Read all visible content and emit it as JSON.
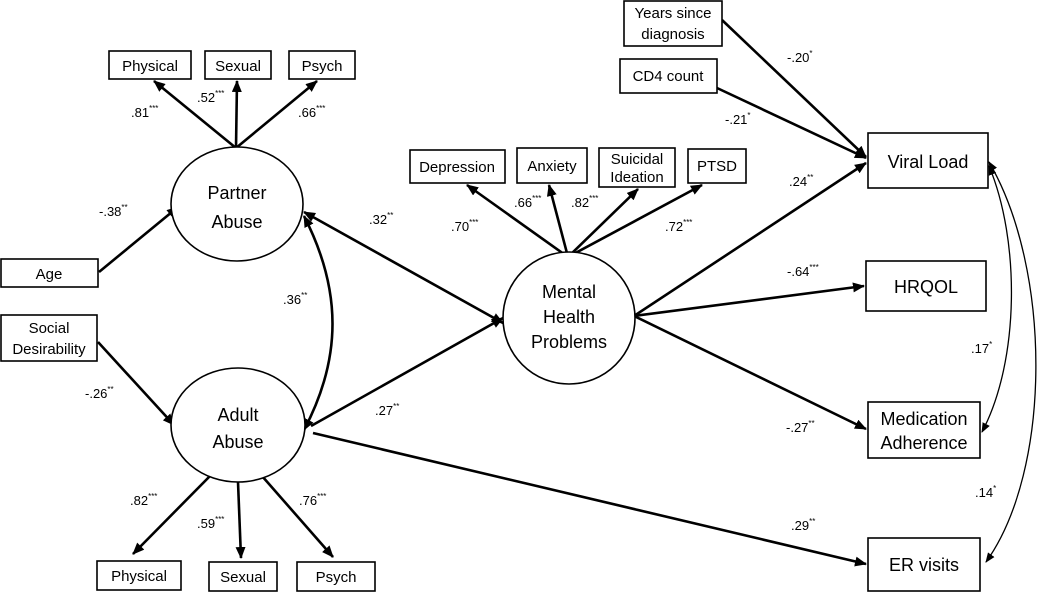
{
  "latent": {
    "partner_abuse": [
      "Partner",
      "Abuse"
    ],
    "adult_abuse": [
      "Adult",
      "Abuse"
    ],
    "mental_health": [
      "Mental",
      "Health",
      "Problems"
    ]
  },
  "indicators": {
    "partner_physical": "Physical",
    "partner_sexual": "Sexual",
    "partner_psych": "Psych",
    "adult_physical": "Physical",
    "adult_sexual": "Sexual",
    "adult_psych": "Psych",
    "depression": "Depression",
    "anxiety": "Anxiety",
    "suicidal": [
      "Suicidal",
      "Ideation"
    ],
    "ptsd": "PTSD"
  },
  "covariates": {
    "age": "Age",
    "social_desirability": [
      "Social",
      "Desirability"
    ],
    "years_since_diagnosis": [
      "Years since",
      "diagnosis"
    ],
    "cd4_count": "CD4 count"
  },
  "outcomes": {
    "viral_load": "Viral Load",
    "hrqol": "HRQOL",
    "medication_adherence": [
      "Medication",
      "Adherence"
    ],
    "er_visits": "ER visits"
  },
  "coefficients": {
    "pa_physical": {
      "value": ".81",
      "sig": "***"
    },
    "pa_sexual": {
      "value": ".52",
      "sig": "***"
    },
    "pa_psych": {
      "value": ".66",
      "sig": "***"
    },
    "age_pa": {
      "value": "-.38",
      "sig": "**"
    },
    "pa_aa": {
      "value": ".36",
      "sig": "**"
    },
    "sd_aa": {
      "value": "-.26",
      "sig": "**"
    },
    "aa_physical": {
      "value": ".82",
      "sig": "***"
    },
    "aa_sexual": {
      "value": ".59",
      "sig": "***"
    },
    "aa_psych": {
      "value": ".76",
      "sig": "***"
    },
    "pa_mh": {
      "value": ".32",
      "sig": "**"
    },
    "aa_mh": {
      "value": ".27",
      "sig": "**"
    },
    "mh_depression": {
      "value": ".70",
      "sig": "***"
    },
    "mh_anxiety": {
      "value": ".66",
      "sig": "***"
    },
    "mh_suicidal": {
      "value": ".82",
      "sig": "***"
    },
    "mh_ptsd": {
      "value": ".72",
      "sig": "***"
    },
    "years_vl": {
      "value": "-.20",
      "sig": "*"
    },
    "cd4_vl": {
      "value": "-.21",
      "sig": "*"
    },
    "mh_vl": {
      "value": ".24",
      "sig": "**"
    },
    "mh_hrqol": {
      "value": "-.64",
      "sig": "***"
    },
    "mh_ma": {
      "value": "-.27",
      "sig": "**"
    },
    "aa_er": {
      "value": ".29",
      "sig": "**"
    },
    "vl_ma": {
      "value": ".17",
      "sig": "*"
    },
    "vl_er": {
      "value": ".14",
      "sig": "*"
    }
  }
}
